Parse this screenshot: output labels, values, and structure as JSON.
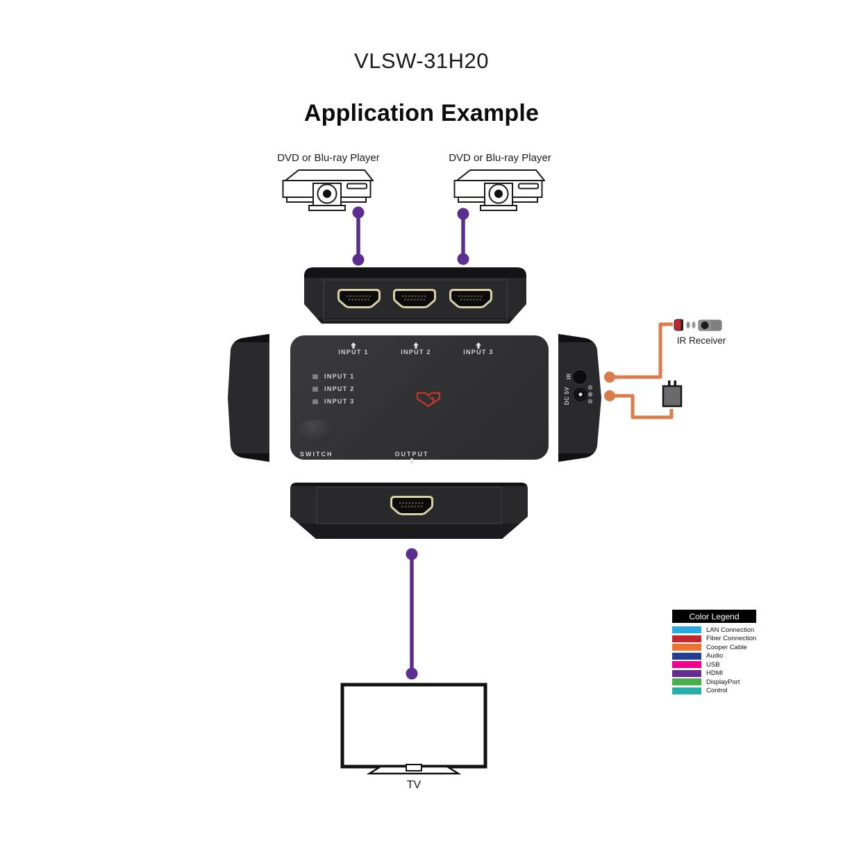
{
  "page": {
    "title": "VLSW-31H20",
    "subtitle": "Application Example"
  },
  "sources": [
    {
      "label": "DVD or Blu-ray Player"
    },
    {
      "label": "DVD or Blu-ray Player"
    }
  ],
  "switch_device": {
    "input_port_labels": [
      "INPUT 1",
      "INPUT 2",
      "INPUT 3"
    ],
    "led_labels": [
      "INPUT 1",
      "INPUT 2",
      "INPUT 3"
    ],
    "switch_button_label": "SWITCH",
    "output_label": "OUTPUT",
    "ir_port_label": "IR",
    "power_port_label": "DC 5V"
  },
  "ir_receiver": {
    "label": "IR Receiver"
  },
  "display": {
    "label": "TV"
  },
  "legend": {
    "header": "Color Legend",
    "items": [
      {
        "label": "LAN Connection",
        "color": "#29ABE2"
      },
      {
        "label": "Fiber Connection",
        "color": "#C9242B"
      },
      {
        "label": "Cooper Cable",
        "color": "#F0702D"
      },
      {
        "label": "Audio",
        "color": "#253F8E"
      },
      {
        "label": "USB",
        "color": "#EC008C"
      },
      {
        "label": "HDMI",
        "color": "#662D91"
      },
      {
        "label": "DisplayPort",
        "color": "#45B049"
      },
      {
        "label": "Control",
        "color": "#2AAEA7"
      }
    ]
  },
  "cables": {
    "hdmi_color": "#5A2F8F",
    "copper_color": "#DB7C4C"
  },
  "brand": {
    "logo_color": "#C2392B"
  }
}
